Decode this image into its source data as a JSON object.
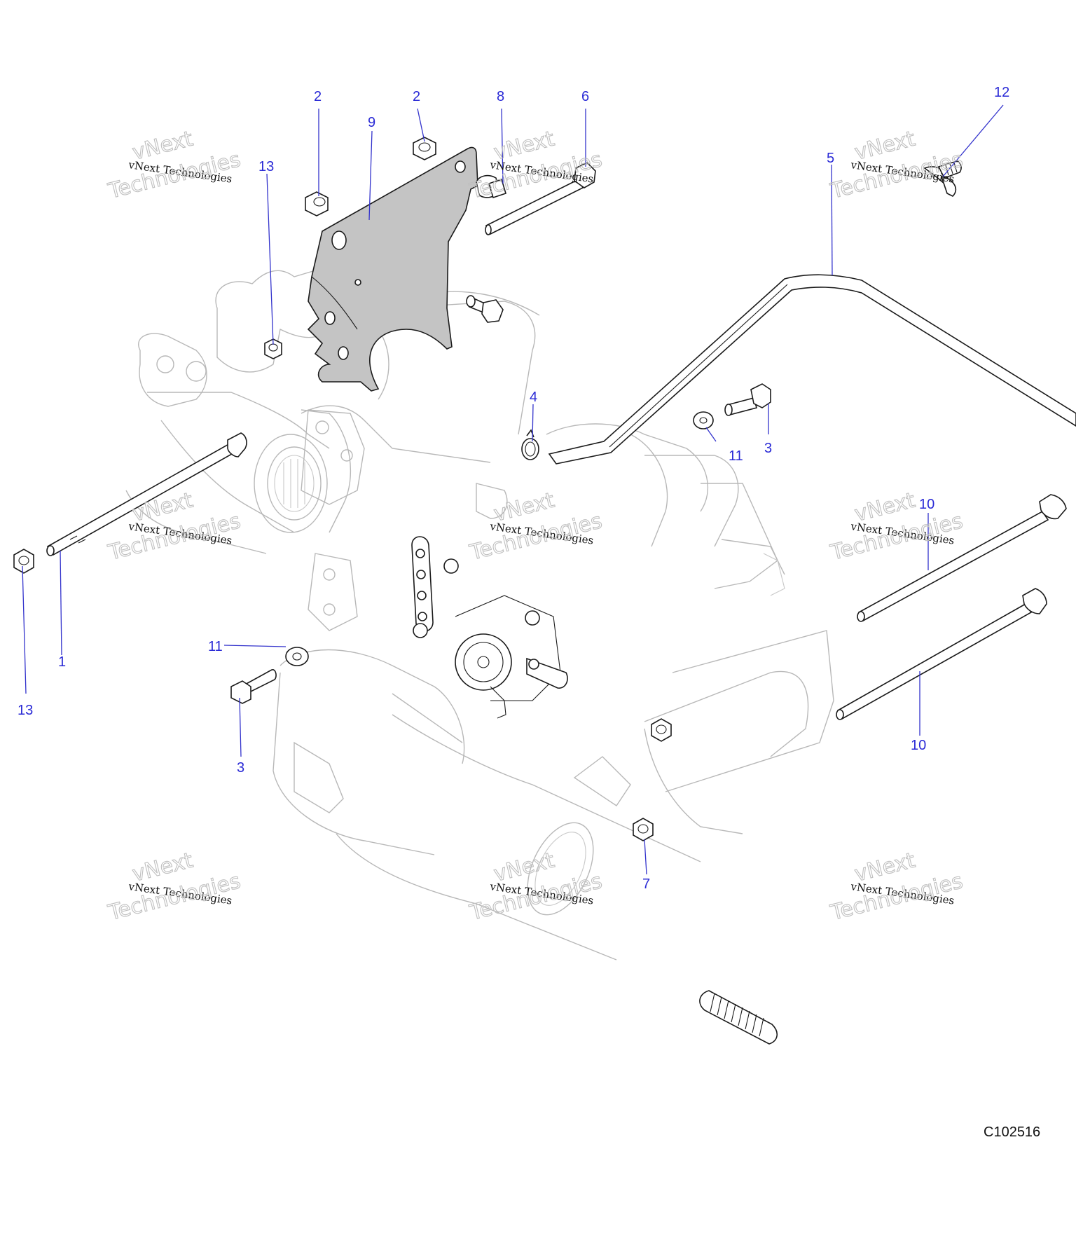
{
  "drawing_number": "C102516",
  "watermark": {
    "line1": "vNext",
    "line2": "vNext Technologies",
    "line3": "Technologies"
  },
  "callouts": {
    "c1": "1",
    "c2a": "2",
    "c2b": "2",
    "c3a": "3",
    "c3b": "3",
    "c4": "4",
    "c5": "5",
    "c6": "6",
    "c7": "7",
    "c8": "8",
    "c9": "9",
    "c10a": "10",
    "c10b": "10",
    "c11a": "11",
    "c11b": "11",
    "c12": "12",
    "c13a": "13",
    "c13b": "13"
  },
  "colors": {
    "callout": "#2a2ad6",
    "plate_fill": "#c4c4c4",
    "ghost_lines": "#b8b8b8"
  }
}
